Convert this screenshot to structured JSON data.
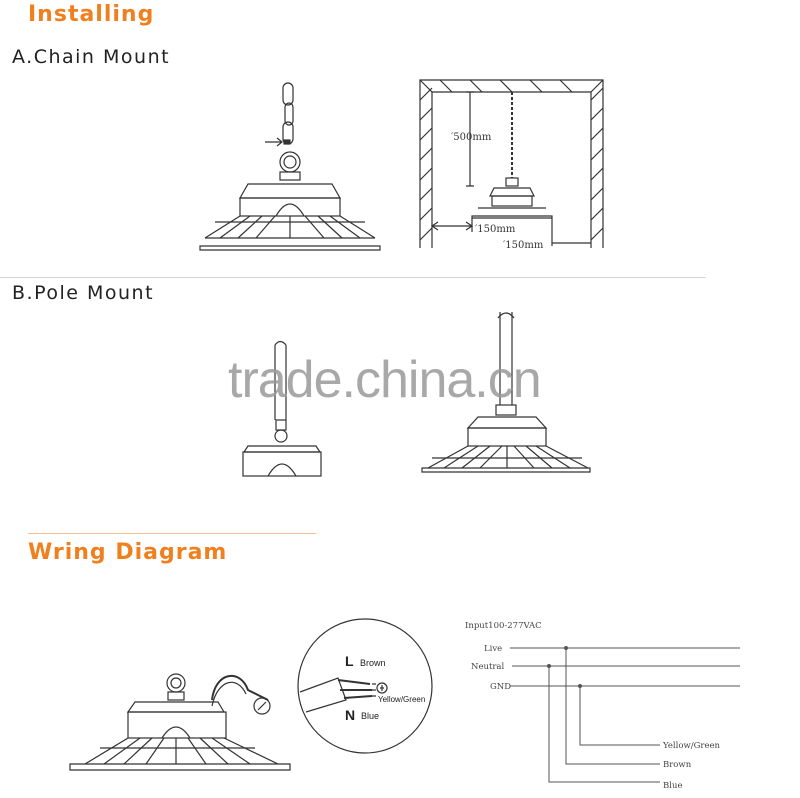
{
  "sections": {
    "installing": {
      "title": "Installing"
    },
    "chain_mount": {
      "title": "A.Chain Mount",
      "dim_500": "500mm",
      "dim_150_left": "150mm",
      "dim_150_right": "150mm"
    },
    "pole_mount": {
      "title": "B.Pole Mount"
    },
    "wiring": {
      "title": "Wring Diagram"
    }
  },
  "watermark": "trade.china.cn",
  "connector_detail": {
    "L": "L",
    "L_color": "Brown",
    "ground_color": "Yellow/Green",
    "N": "N",
    "N_color": "Blue"
  },
  "schematic": {
    "input": "Input100-277VAC",
    "live": "Live",
    "neutral": "Neutral",
    "gnd": "GND",
    "yellow_green": "Yellow/Green",
    "brown": "Brown",
    "blue": "Blue"
  },
  "colors": {
    "accent": "#f0801e"
  }
}
